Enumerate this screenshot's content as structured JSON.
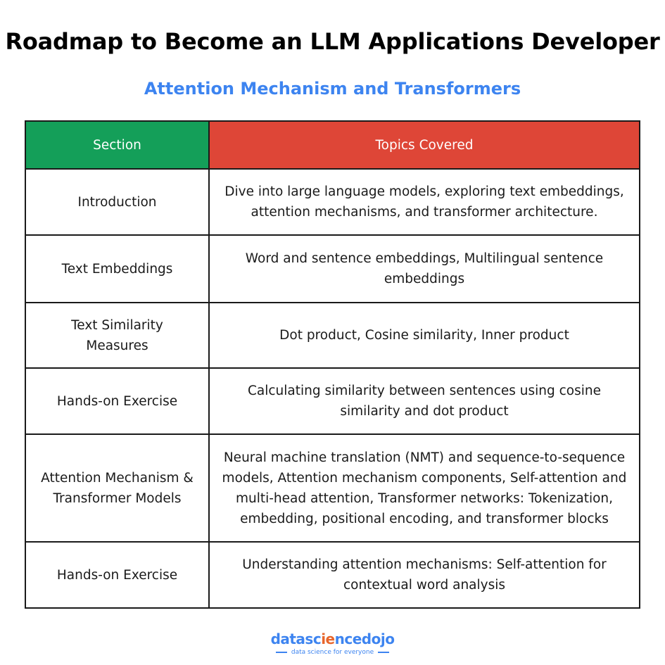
{
  "title": "Roadmap to Become an LLM Applications Developer",
  "subtitle": "Attention Mechanism and Transformers",
  "colors": {
    "section_header": "#149f59",
    "topics_header": "#de4637",
    "subtitle": "#3d84f0",
    "logo_blue": "#3d84f0",
    "logo_orange": "#e8662c"
  },
  "table": {
    "headers": [
      "Section",
      "Topics Covered"
    ],
    "rows": [
      {
        "section": "Introduction",
        "topics": "Dive into large language models, exploring text embeddings, attention mechanisms, and transformer architecture."
      },
      {
        "section": "Text Embeddings",
        "topics": "Word and sentence embeddings, Multilingual sentence embeddings"
      },
      {
        "section": "Text Similarity Measures",
        "topics": "Dot product, Cosine similarity, Inner product"
      },
      {
        "section": "Hands-on Exercise",
        "topics": "Calculating similarity between sentences using cosine similarity and dot product"
      },
      {
        "section": "Attention Mechanism & Transformer Models",
        "topics": "Neural machine translation (NMT) and sequence-to-sequence models, Attention mechanism components, Self-attention and multi-head attention, Transformer networks: Tokenization, embedding, positional encoding, and transformer blocks"
      },
      {
        "section": "Hands-on Exercise",
        "topics": "Understanding attention mechanisms: Self-attention for contextual word analysis"
      }
    ]
  },
  "logo": {
    "part1": "datasc",
    "accent": "ie",
    "part2": "ncedojo",
    "tagline": "data science for everyone"
  }
}
